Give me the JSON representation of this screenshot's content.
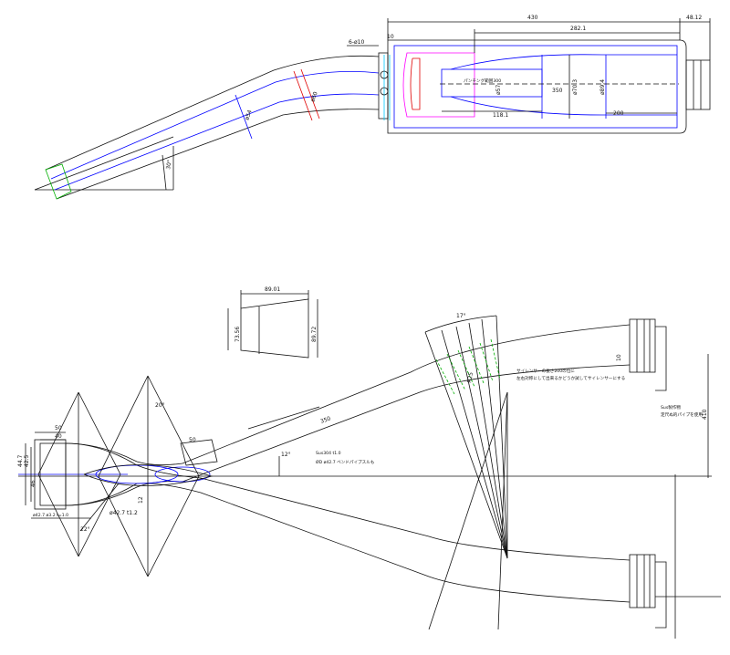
{
  "colors": {
    "line": "#111111",
    "blue": "#0000ff",
    "red": "#e00000",
    "magenta": "#ff00ff",
    "cyan": "#00c8ff",
    "green": "#00b000"
  },
  "top_view": {
    "dims": {
      "overall": "430",
      "tail": "48.12",
      "inner": "282.1",
      "bolt": "6-ø10",
      "flange": "10",
      "punch_note": "パンチング範囲300",
      "d_small": "ø57",
      "d_mid": "ø70.3",
      "d_big": "ø89.4",
      "len_350": "350",
      "len_118": "118.1",
      "len_200": "200",
      "pipe_d": "ø54",
      "pipe_d2": "ø60",
      "angle": "30°"
    }
  },
  "detail": {
    "width": "89.01",
    "h_left": "73.56",
    "h_right": "89.72"
  },
  "bottom_view": {
    "dims": {
      "d50": "50",
      "d40": "40",
      "d447": "44.7",
      "d425": "42.5",
      "d46": "46",
      "a20": "20°",
      "a22": "22°",
      "d50b": "50",
      "d350": "350",
      "a12": "12°",
      "a17": "17°",
      "pipe_spec": "Sus304 t1.0",
      "pipe_note": "ØD ø42.7 ベンドパイプスルも",
      "small_pipe": "ø42.7 ø3.2 t=1.0",
      "d427": "ø42.7 t1.2",
      "d10": "10",
      "d410": "410",
      "r125": "R25",
      "d12": "12",
      "note1": "サイレンサーの長さ200の位に",
      "note2": "左右対称にして出来るかどうか試してサイレンサーにする",
      "note3": "Sus製作物",
      "note4": "定尺ぬ的パイプを使用"
    }
  }
}
